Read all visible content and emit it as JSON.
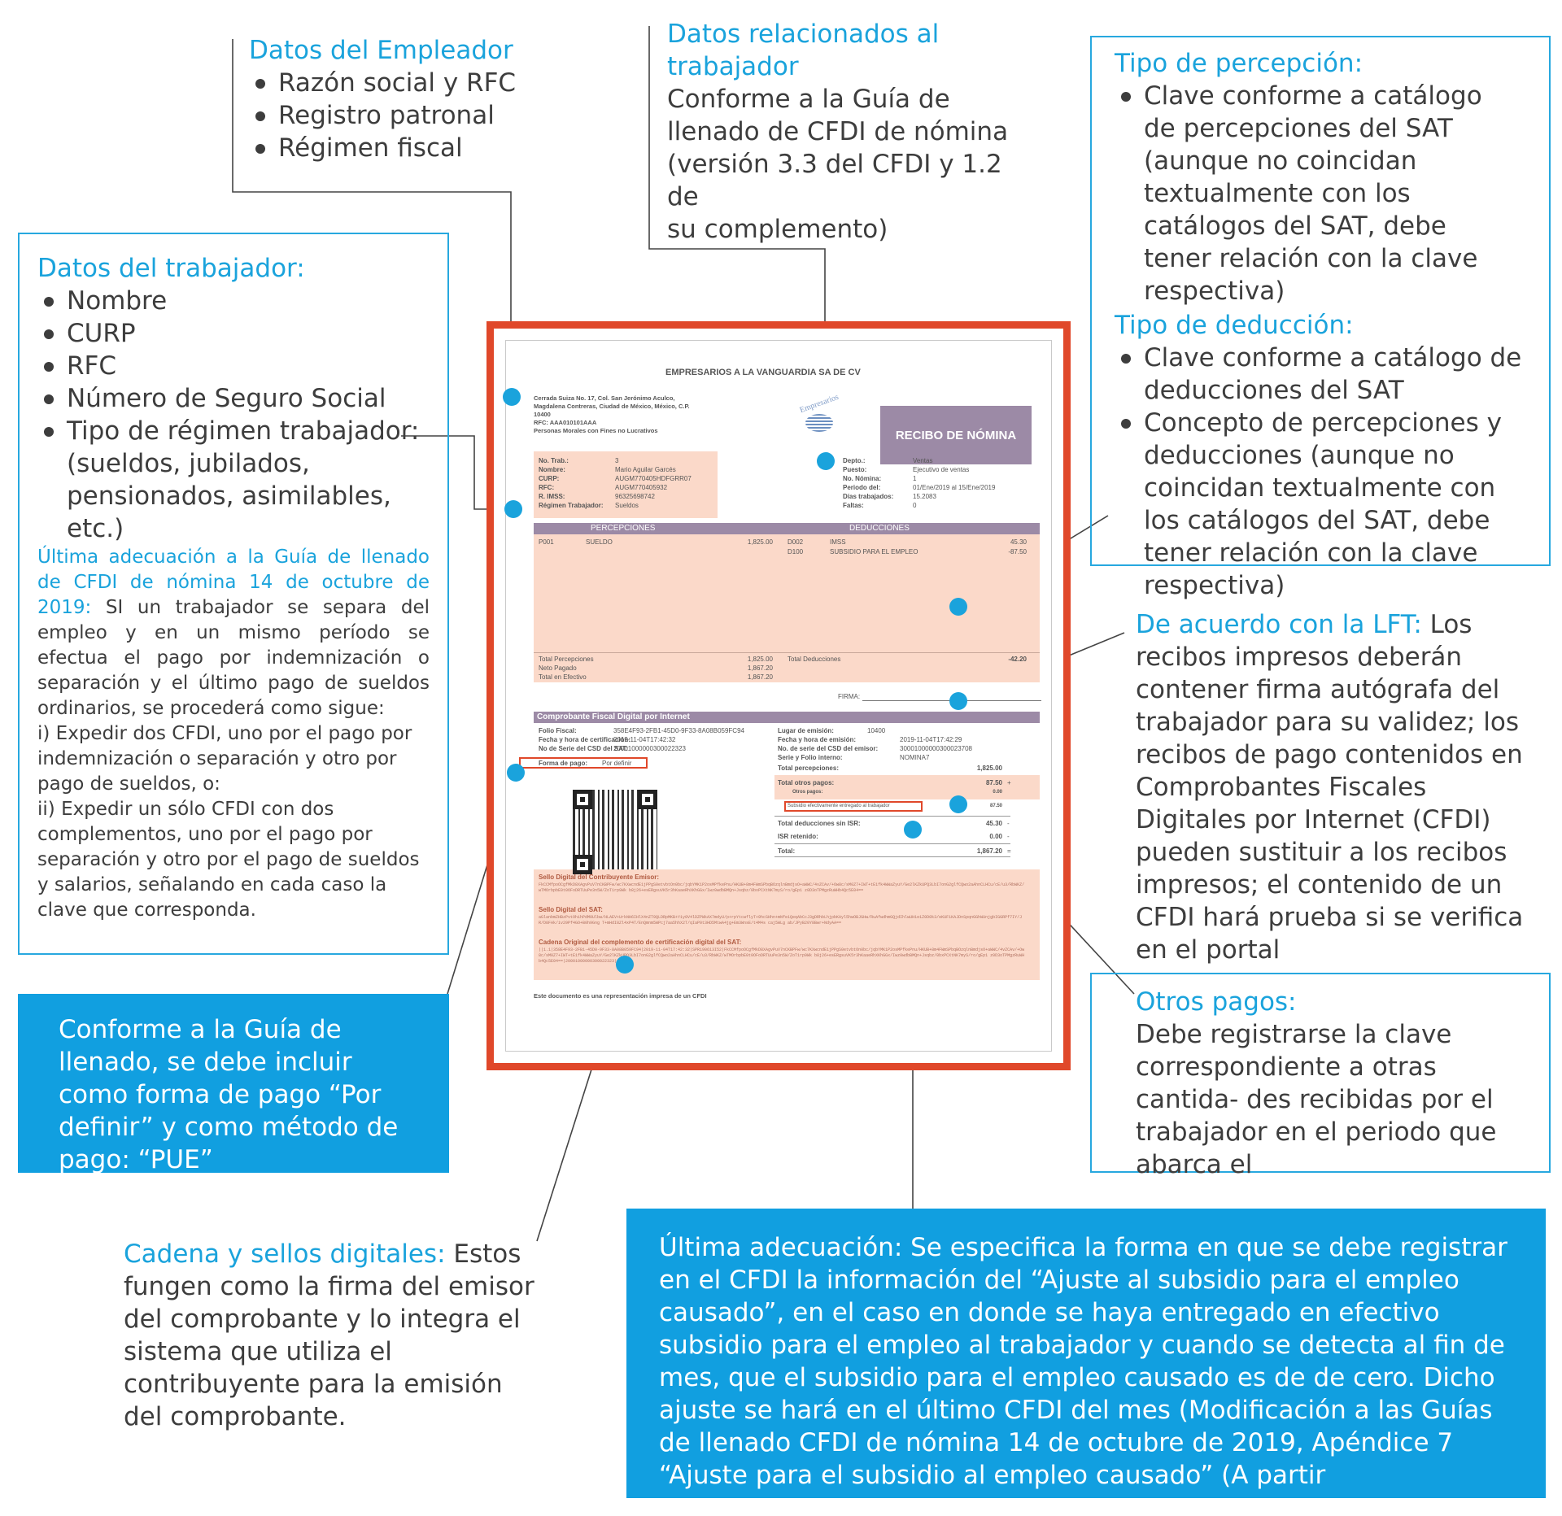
{
  "colors": {
    "accent": "#1aa3dc",
    "frame": "#e0482a",
    "peach": "#fbd9c9",
    "mauve": "#9c8aa6"
  },
  "empleador": {
    "title": "Datos del Empleador",
    "items": [
      "Razón social y RFC",
      "Registro patronal",
      "Régimen fiscal"
    ]
  },
  "relacionados": {
    "title_1": "Datos relacionados al",
    "title_2": "trabajador",
    "lines": [
      "Conforme a la Guía de",
      "llenado de CFDI de nómina",
      "(versión 3.3 del CFDI y 1.2 de",
      "su complemento)"
    ]
  },
  "percepcion": {
    "title": "Tipo de percepción:",
    "items": [
      "Clave conforme a catálogo de percepciones del SAT (aunque no coincidan textualmente con los catálogos del SAT, debe tener relación con la clave respectiva)"
    ]
  },
  "deduccion": {
    "title": "Tipo de deducción:",
    "items": [
      "Clave conforme a catálogo de deducciones del SAT",
      "Concepto de percepciones y deducciones (aunque no coincidan textualmente con los catálogos del SAT, debe tener relación con la clave respectiva)"
    ]
  },
  "trabajador": {
    "title": "Datos del trabajador:",
    "items": [
      "Nombre",
      "CURP",
      "RFC",
      "Número de Seguro Social",
      "Tipo de régimen trabajador: (sueldos, jubilados, pensionados, asimilables, etc.)"
    ]
  },
  "ultima_1": {
    "heading": "Última adecuación a la Guía de llenado de CFDI de nómina 14 de octubre de 2019:",
    "body": " SI un trabajador se separa del empleo y en un mismo período se efectua el pago por indemnización o separación y el último pago de sueldos ordinarios, se procederá como sigue:",
    "i": "i) Expedir dos CFDI, uno por el pago por indemnización o separación y otro por pago de sueldos, o:",
    "ii": "ii) Expedir un sólo CFDI con dos complementos, uno por el pago por separación y otro por el pago de sueldos y salarios, señalando en cada caso la clave que corresponda."
  },
  "forma_pago_note": "Conforme a la Guía de llenado, se debe incluir como forma de pago “Por definir” y como método de pago: “PUE”",
  "lft": {
    "heading": "De acuerdo con la LFT:",
    "body": " Los recibos impresos deberán contener firma autógrafa del trabajador para su validez; los recibos de pago contenidos en Comprobantes Fiscales Digitales por Internet (CFDI) pueden sustituir a los recibos impresos; el contenido de un CFDI hará prueba si se verifica en el portal"
  },
  "otros_pagos": {
    "title": "Otros pagos:",
    "body": "Debe registrarse la clave correspondiente a otras cantida- des recibidas por el trabajador en el periodo que abarca el"
  },
  "cadena": {
    "heading": "Cadena y sellos digitales:",
    "body": " Estos fungen como la firma del emisor del comprobante y lo integra el sistema que utiliza el contribuyente para la emisión del comprobante."
  },
  "ultima_2": "Última adecuación:  Se especifica la forma en que se debe registrar en el CFDI la información del “Ajuste al subsidio para el empleo causado”, en el caso en donde se haya entregado en efectivo subsidio para el empleo al trabajador y cuando se detecta al fin de mes, que el subsidio para el empleo causado es de de cero. Dicho ajuste se hará en el último CFDI del mes (Modificación a las Guías de llenado CFDI de nómina 14 de octubre de 2019, Apéndice 7 “Ajuste para el subsidio al empleo causado” (A partir",
  "receipt": {
    "company": "EMPRESARIOS A LA VANGUARDIA SA DE CV",
    "address": [
      "Cerrada Suiza No. 17, Col. San Jerónimo Aculco,",
      "Magdalena Contreras, Ciudad de México, México, C.P.",
      "10400",
      "RFC: AAA010101AAA",
      "Personas Morales con Fines no Lucrativos"
    ],
    "logo_text": "Empresarios",
    "title": "RECIBO DE NÓMINA",
    "worker_labels": [
      "No. Trab.:",
      "Nombre:",
      "CURP:",
      "RFC:",
      "R. IMSS:",
      "Régimen Trabajador:"
    ],
    "worker_values": [
      "3",
      "Mario Aguilar Garcés",
      "AUGM770405HDFGRR07",
      "AUGM770405932",
      "96325698742",
      "Sueldos"
    ],
    "job_labels": [
      "Depto.:",
      "Puesto:",
      "No. Nómina:",
      "Periodo del:",
      "Días trabajados:",
      "Faltas:"
    ],
    "job_values": [
      "Ventas",
      "Ejecutivo de ventas",
      "1",
      "01/Ene/2019 al 15/Ene/2019",
      "15.2083",
      "0"
    ],
    "percepciones_header": "PERCEPCIONES",
    "deducciones_header": "DEDUCCIONES",
    "perc_row": [
      "P001",
      "SUELDO",
      "1,825.00"
    ],
    "ded_rows": [
      [
        "D002",
        "IMSS",
        "45.30"
      ],
      [
        "D100",
        "SUBSIDIO PARA EL EMPLEO",
        "-87.50"
      ]
    ],
    "totals_labels": [
      "Total Percepciones",
      "Neto Pagado",
      "Total en Efectivo"
    ],
    "totals_values": [
      "1,825.00",
      "1,867.20",
      "1,867.20"
    ],
    "total_ded_label": "Total Deducciones",
    "total_ded_value": "-42.20",
    "firma": "FIRMA:",
    "cfdi_header": "Comprobante Fiscal Digital por Internet",
    "cfdi_left_labels": [
      "Folio Fiscal:",
      "Fecha y hora de certificación:",
      "No de Serie del CSD del SAT:"
    ],
    "cfdi_left_values": [
      "358E4F93-2FB1-45D0-9F33-8A08B059FC94",
      "2019-11-04T17:42:32",
      "20001000000300022323"
    ],
    "forma_pago_label": "Forma de pago:",
    "forma_pago_value": "Por definir",
    "cfdi_right_labels": [
      "Lugar de emisión:",
      "Fecha y hora de emisión:",
      "No. de serie del CSD del emisor:",
      "Serie y Folio interno:"
    ],
    "cfdi_right_values": [
      "10400",
      "2019-11-04T17:42:29",
      "30001000000300023708",
      "NOMINA7"
    ],
    "sum_labels": [
      "Total percepciones:",
      "Total otros pagos:",
      "Otros pagos:",
      "Subsidio efectivamente entregado al trabajador",
      "Total deducciones sin ISR:",
      "ISR retenido:",
      "Total:"
    ],
    "sum_values": [
      "1,825.00",
      "87.50",
      "0.00",
      "87.50",
      "45.30",
      "0.00",
      "1,867.20"
    ],
    "sum_signs": [
      "",
      "+",
      "",
      "",
      "-",
      "-",
      "="
    ],
    "sello_emisor_label": "Sello Digital del Contribuyente Emisor:",
    "sello_emisor_text": "FkCCMfpoOCgfMkD8XAgvPuV7nCKBPFw/wc7KXwcndE1jPPgS0etvbtOn0bc/jqbYMK1P2osMPfkePnu/HKUB+8m4FWmSPbqBOzqlnBmdjsO+aWWC/4vZCAv/+Ow8c/sM0Z7+IWT+tE1fk4WWaZyuY/Ge2lKZkUPQ3LbI7onG2glfCQwo2aAhnCLHCu/cE/u3/RbWKZ/wTMOrbpbE0t0OFoDRTUuPe3n5W/ZoT1rp9Wk b8j26+esERgsuVK5r3hKaaeRhXKhGGx/Iwz0wdbBMQn+Jsqbz/0bxPCXtNK7myS/ro/gEp1 z0D3oTPMgzRuWHb4Qc5E04==",
    "sello_sat_label": "Sello Digital del SAT:",
    "sello_sat_text": "aGlanbmZHBzPvtOhihPdM0Ulbw/HLAEV+UrkNH6IHlX4nZT9QLDRpMKB+Y1y0V4lDZPWkAX7mdyU/p+rpYtcwflyT+9hcSHhn+mNfe1QeqAbCcJ3gDRhbLhjpbKAyl5hwOBJGHw/RuAfwdhmGQjdIhlwUH1e1Z0D0k3/eKUF1KAJDnSpqnGGhWUnjgbIGGRPf7IY/JR/D8FAk/iv29Pf4GO+B0h9Gng T+mHdI8Zl4xP4T/EnQmnm5WPcj7aa5hhX2T/qIaP0t3HD5MtwA4jg+Em3WnsE/t4M4s caj5WLg ab/JPyB20Y8Bwr+NdyAA==",
    "cadena_label": "Cadena Original del complemento de certificación digital del SAT:",
    "cadena_text": "||1.1|358E4F93-2FB1-45D0-9F33-8A08B059FC94|2019-11-04T17:42:32|SPR190613I52|FkCCMfpoOCgfMkD8XAgvPuV7nCKBPFw/wc7KXwcndE1jPPgS0etvbtOn0bc/jqbYMK1P2osMPfkePnu/HKUB+8m4FWmSPbqBOzqlnBmdjsO+aWWC/4vZCAv/+Ow8c/sM0Z7+IWT+tE1fk4WWaZyuY/Ge2lKZkUPQ3LbI7onG2glfCQwo2aAhnCLHCu/cE/u3/RbWKZ/wTMOrbpbE0t0OFoDRTUuPe3n5W/ZoT1rp9Wk b8j26+esERgsuVK5r3hKaaeRhXKhGGx/Iwz0wdbBMQn+Jsqbz/0bxPCXtNK7myS/ro/gEp1 z0D3oTPMgzRuWHb4Qc5E04==|20001000000300022323||",
    "footer": "Este documento es una representación impresa de un CFDI"
  }
}
